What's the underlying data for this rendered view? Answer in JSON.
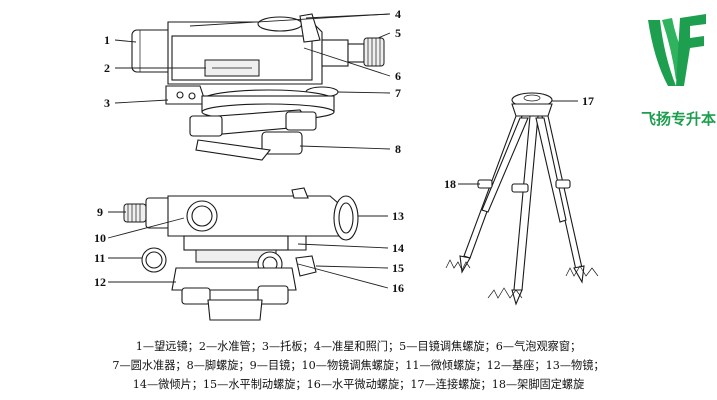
{
  "brand": {
    "name": "飞扬专升本",
    "color": "#1e9f4f",
    "icon": "vf-leaf-logo-icon"
  },
  "labels": {
    "n1": "1",
    "n2": "2",
    "n3": "3",
    "n4": "4",
    "n5": "5",
    "n6": "6",
    "n7": "7",
    "n8": "8",
    "n9": "9",
    "n10": "10",
    "n11": "11",
    "n12": "12",
    "n13": "13",
    "n14": "14",
    "n15": "15",
    "n16": "16",
    "n17": "17",
    "n18": "18"
  },
  "legend": {
    "line1": "1—望远镜；2—水准管；3—托板；4—准星和照门；5—目镜调焦螺旋；6—气泡观察窗；",
    "line2": "7—圆水准器；8—脚螺旋；9—目镜；10—物镜调焦螺旋；11—微倾螺旋；12—基座；13—物镜；",
    "line3": "14—微倾片；15—水平制动螺旋；16—水平微动螺旋；17—连接螺旋；18—架脚固定螺旋"
  }
}
